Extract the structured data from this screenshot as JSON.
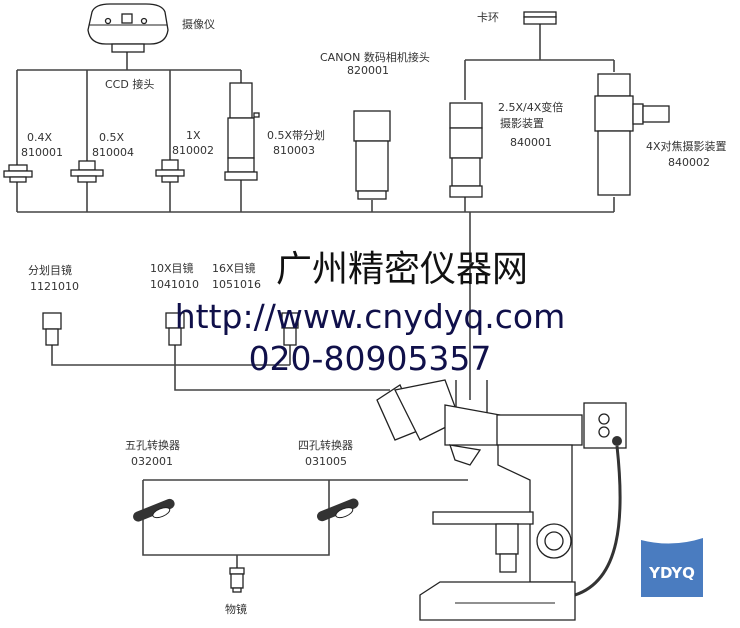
{
  "camera": {
    "label": "摄像仪"
  },
  "ccd": {
    "label": "CCD 接头",
    "adapters": [
      {
        "name": "0.4X",
        "code": "810001"
      },
      {
        "name": "0.5X",
        "code": "810004"
      },
      {
        "name": "1X",
        "code": "810002"
      },
      {
        "name": "0.5X带分划",
        "code": "810003"
      }
    ]
  },
  "canon": {
    "name": "CANON 数码相机接头",
    "code": "820001"
  },
  "ring": {
    "label": "卡环"
  },
  "photo1": {
    "line1": "2.5X/4X变倍",
    "line2": "摄影装置",
    "code": "840001"
  },
  "photo2": {
    "name": "4X对焦摄影装置",
    "code": "840002"
  },
  "eyepieces": [
    {
      "name": "分划目镜",
      "code": "1121010"
    },
    {
      "name": "10X目镜",
      "code": "1041010"
    },
    {
      "name": "16X目镜",
      "code": "1051016"
    }
  ],
  "watermark": {
    "title": "广州精密仪器网",
    "url": "http://www.cnydyq.com",
    "phone": "020-80905357"
  },
  "turrets": [
    {
      "name": "五孔转换器",
      "code": "032001"
    },
    {
      "name": "四孔转换器",
      "code": "031005"
    }
  ],
  "objective": {
    "label": "物镜"
  },
  "logo": {
    "text": "YDYQ",
    "color": "#4a7cc0"
  }
}
